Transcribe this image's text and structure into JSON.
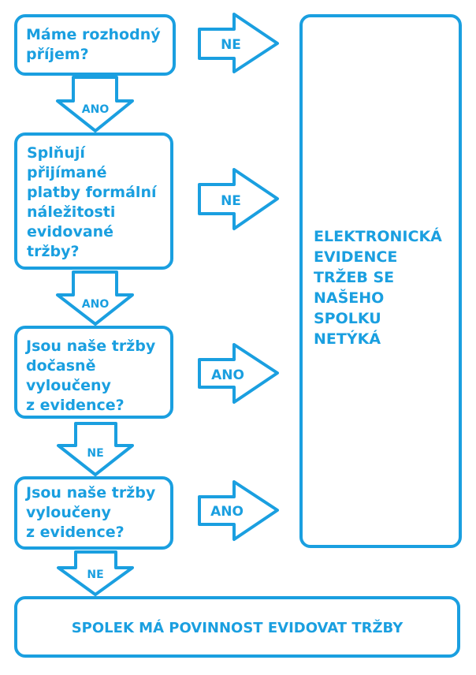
{
  "colors": {
    "accent": "#1a9fe0",
    "background": "#ffffff"
  },
  "questions": [
    {
      "text": "Máme rozhodný\npříjem?"
    },
    {
      "text": "Splňují\npřijímané\nplatby formální\nnáležitosti\nevidované\ntržby?"
    },
    {
      "text": "Jsou naše tržby\ndočasně\nvyloučeny\nz evidence?"
    },
    {
      "text": "Jsou naše tržby\nvyloučeny\nz evidence?"
    }
  ],
  "right_arrows": [
    "NE",
    "NE",
    "ANO",
    "ANO"
  ],
  "down_arrows": [
    "ANO",
    "ANO",
    "NE",
    "NE"
  ],
  "outcome_exempt": "ELEKTRONICKÁ\nEVIDENCE\nTRŽEB SE\nNAŠEHO\nSPOLKU\nNETÝKÁ",
  "outcome_required": "SPOLEK MÁ POVINNOST EVIDOVAT TRŽBY"
}
